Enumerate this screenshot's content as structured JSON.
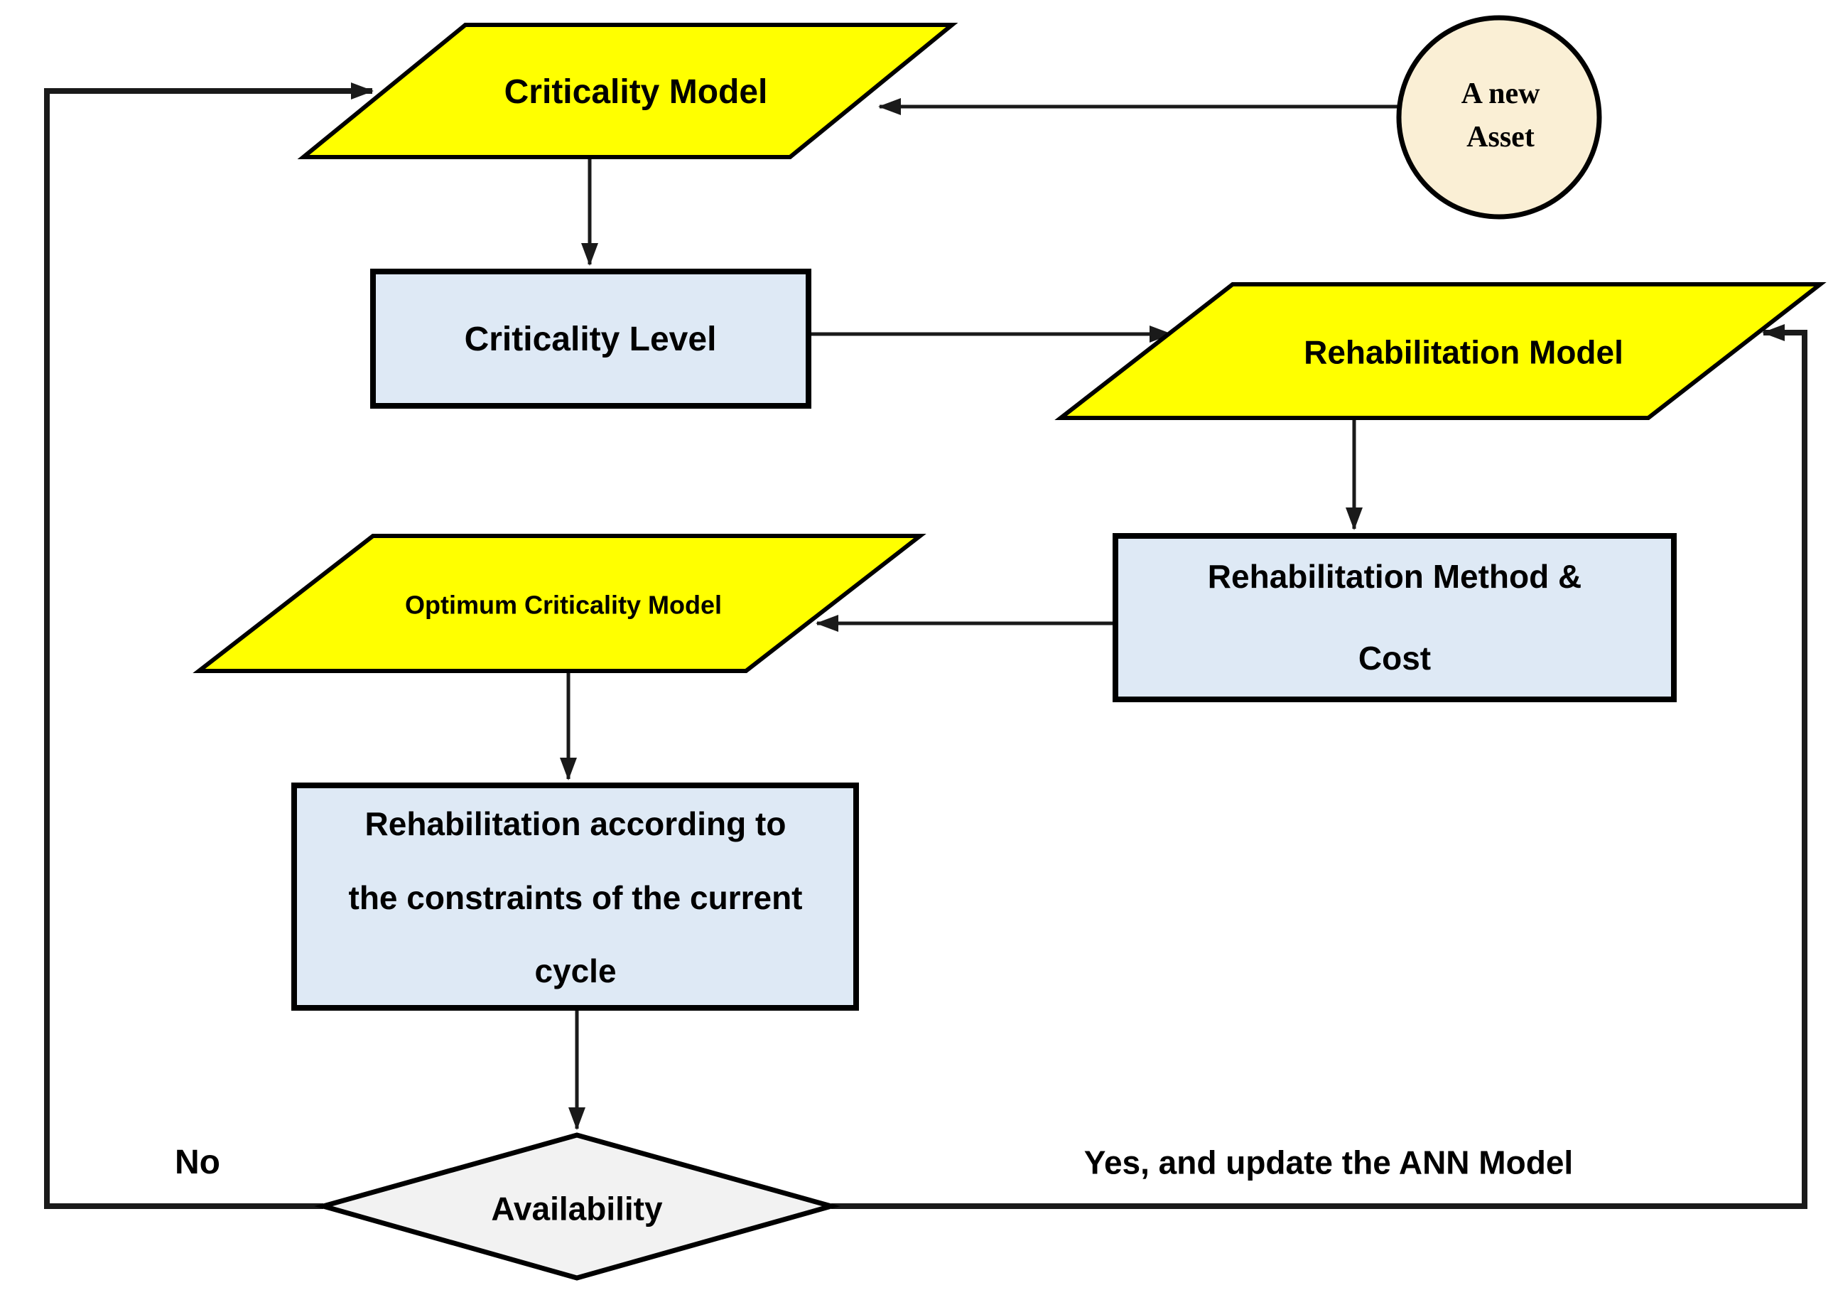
{
  "flowchart": {
    "nodes": {
      "criticality_model": {
        "label": "Criticality Model",
        "shape": "parallelogram"
      },
      "new_asset": {
        "label": "A new\nAsset",
        "shape": "circle"
      },
      "criticality_level": {
        "label": "Criticality Level",
        "shape": "rectangle"
      },
      "rehabilitation_model": {
        "label": "Rehabilitation Model",
        "shape": "parallelogram"
      },
      "rehabilitation_method_cost": {
        "label": "Rehabilitation Method  &\nCost",
        "shape": "rectangle"
      },
      "optimum_criticality_model": {
        "label": "Optimum Criticality Model",
        "shape": "parallelogram"
      },
      "rehabilitation_constraints": {
        "label": "Rehabilitation according to\nthe constraints of the current\ncycle",
        "shape": "rectangle"
      },
      "availability": {
        "label": "Availability",
        "shape": "diamond"
      }
    },
    "edge_labels": {
      "no": "No",
      "yes": "Yes, and update the ANN Model"
    },
    "colors": {
      "model_fill": "#FFFF00",
      "process_fill": "#DEE9F5",
      "decision_fill": "#F2F2F2",
      "asset_fill": "#FAEFD5",
      "stroke": "#000000",
      "line": "#1a1a1a"
    }
  }
}
